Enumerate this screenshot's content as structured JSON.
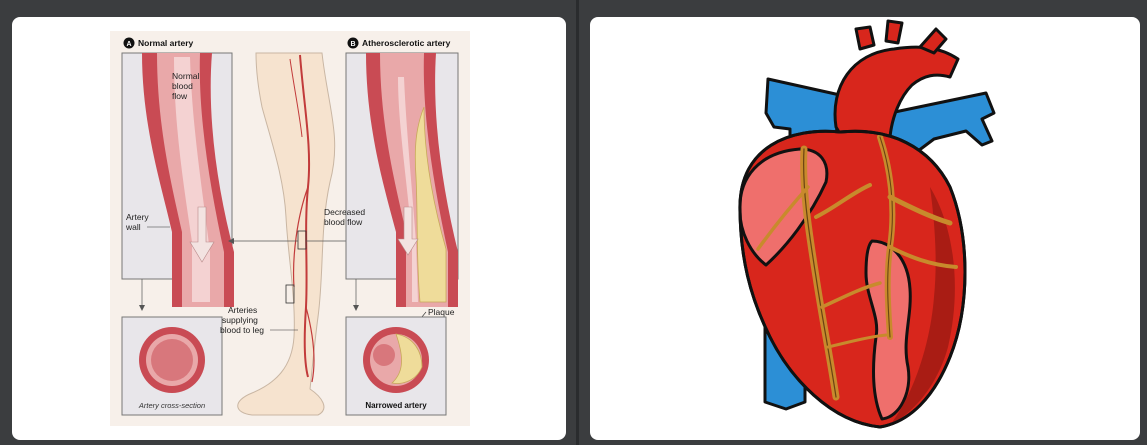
{
  "left_image": {
    "panel_a_badge": "A",
    "panel_a_title": "Normal artery",
    "panel_b_badge": "B",
    "panel_b_title": "Atherosclerotic artery",
    "normal_flow_1": "Normal",
    "normal_flow_2": "blood",
    "normal_flow_3": "flow",
    "artery_wall_1": "Artery",
    "artery_wall_2": "wall",
    "decreased_flow_1": "Decreased",
    "decreased_flow_2": "blood flow",
    "arteries_1": "Arteries",
    "arteries_2": "supplying",
    "arteries_3": "blood to leg",
    "plaque": "Plaque",
    "cross_section": "Artery cross-section",
    "narrowed": "Narrowed artery"
  },
  "colors": {
    "page_bg": "#3b3d3f",
    "card_bg": "#ffffff",
    "artery_red": "#c94b54",
    "artery_light": "#e9a8a9",
    "plaque_yellow": "#efdc9a",
    "skin": "#f6e3cf",
    "heart_red": "#d8261c",
    "heart_pink": "#ef6f6c",
    "vessel_blue": "#2c8fd6",
    "coronary_gold": "#c88a2c"
  }
}
